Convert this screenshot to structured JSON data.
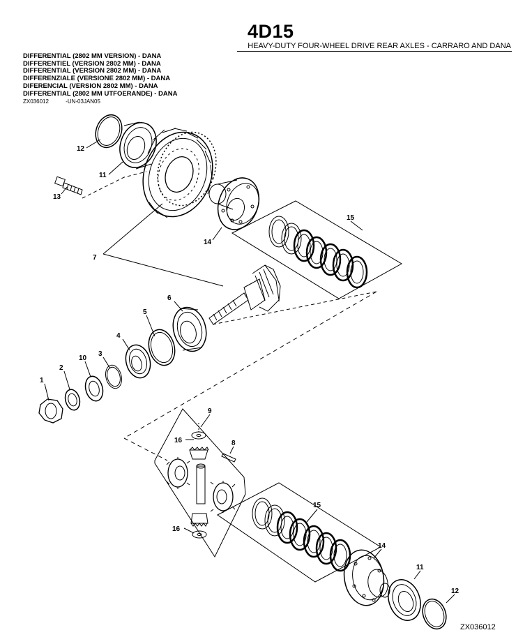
{
  "header": {
    "code": "4D15",
    "subtitle": "HEAVY-DUTY FOUR-WHEEL DRIVE REAR AXLES -  CARRARO AND DANA"
  },
  "titles": [
    "DIFFERENTIAL (2802 MM VERSION) - DANA",
    "DIFFERENTIEL (VERSION 2802 MM) - DANA",
    "DIFFERENTIAL (VERSION 2802 MM) - DANA",
    "DIFFERENZIALE (VERSIONE 2802 MM) - DANA",
    "DIFERENCIAL (VERSION 2802 MM) - DANA",
    "DIFFERENTIAL (2802 MM UTFOERANDE) - DANA"
  ],
  "ref": {
    "id": "ZX036012",
    "date": "-UN-03JAN05"
  },
  "figure_id": "ZX036012",
  "callouts": {
    "c12a": "12",
    "c11a": "11",
    "c13": "13",
    "c14a": "14",
    "c15a": "15",
    "c7": "7",
    "c6": "6",
    "c5": "5",
    "c4": "4",
    "c3": "3",
    "c10": "10",
    "c2": "2",
    "c1": "1",
    "c9": "9",
    "c16a": "16",
    "c8": "8",
    "c16b": "16",
    "c15b": "15",
    "c14b": "14",
    "c11b": "11",
    "c12b": "12"
  }
}
